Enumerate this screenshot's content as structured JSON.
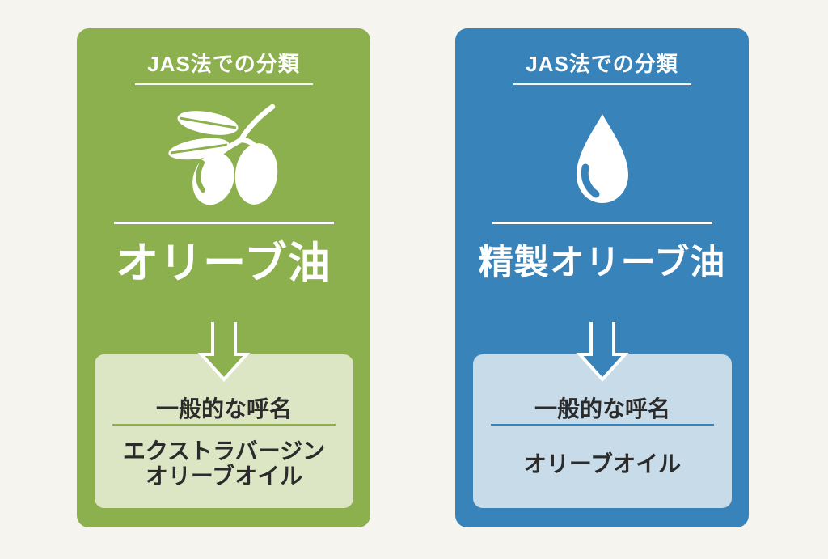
{
  "page": {
    "background": "#f6f4ee",
    "text_dark": "#2b2b2b"
  },
  "cards": [
    {
      "id": "olive-oil",
      "accent": "#8bb04d",
      "panel_bg": "#dde6c4",
      "header_label": "JAS法での分類",
      "icon": "olive-icon",
      "title": "オリーブ油",
      "panel": {
        "label": "一般的な呼名",
        "name_lines": [
          "エクストラバージン",
          "オリーブオイル"
        ]
      }
    },
    {
      "id": "refined-olive-oil",
      "accent": "#3884ba",
      "panel_bg": "#c8dbe9",
      "header_label": "JAS法での分類",
      "icon": "droplet-icon",
      "title": "精製オリーブ油",
      "panel": {
        "label": "一般的な呼名",
        "name_lines": [
          "オリーブオイル"
        ]
      }
    }
  ]
}
